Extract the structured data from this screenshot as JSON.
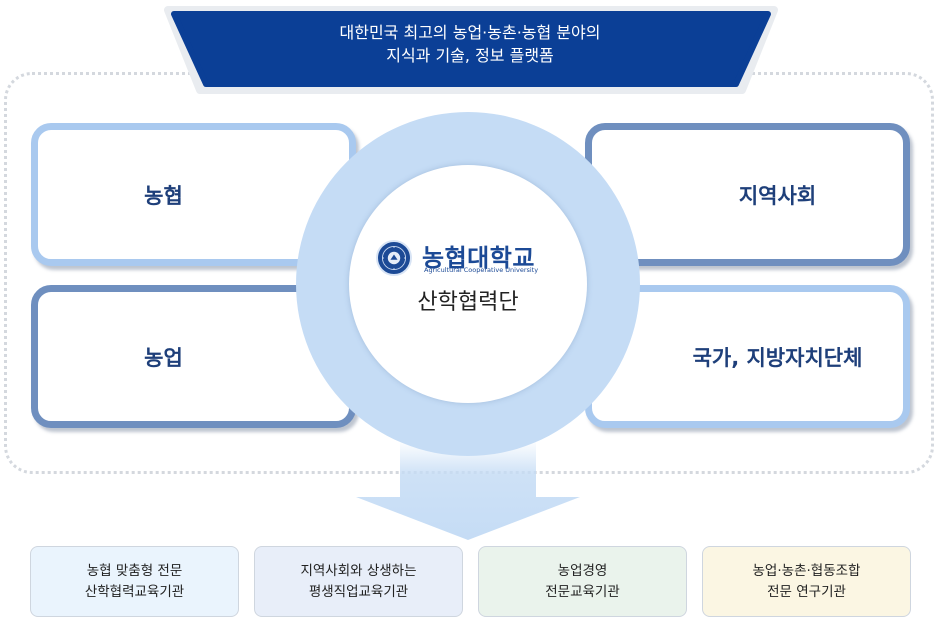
{
  "banner": {
    "line1": "대한민국 최고의 농업·농촌·농협 분야의",
    "line2": "지식과 기술, 정보 플랫폼"
  },
  "boxes": {
    "top_left": "농협",
    "bottom_left": "농업",
    "top_right": "지역사회",
    "bottom_right": "국가, 지방자치단체"
  },
  "center": {
    "logo_name": "농협대학교",
    "logo_sub": "Agricultural Cooperative University",
    "title": "산학협력단"
  },
  "outcomes": [
    {
      "line1": "농협 맞춤형 전문",
      "line2": "산학협력교육기관",
      "bg": "#eaf4fd"
    },
    {
      "line1": "지역사회와 상생하는",
      "line2": "평생직업교육기관",
      "bg": "#e8eef9"
    },
    {
      "line1": "농업경영",
      "line2": "전문교육기관",
      "bg": "#eaf3ec"
    },
    {
      "line1": "농업·농촌·협동조합",
      "line2": "전문 연구기관",
      "bg": "#fbf6e3"
    }
  ],
  "colors": {
    "banner": "#0b3f96",
    "box_light_border": "#a9c9ef",
    "box_dark_border": "#6f8fbf",
    "ring": "#c5dcf5",
    "text_blue": "#1e3f7a"
  }
}
